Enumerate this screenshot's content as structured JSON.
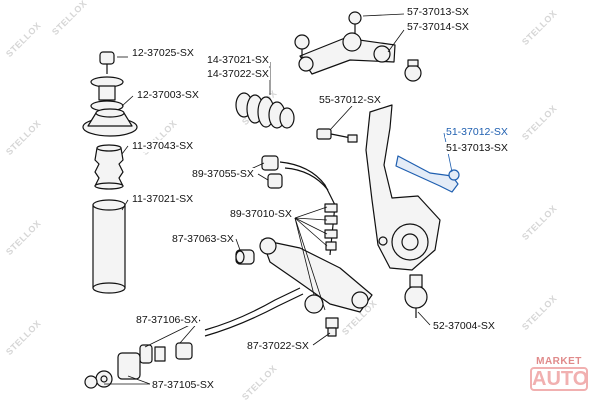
{
  "watermark": "STELLOX",
  "brand": {
    "top": "MARKET",
    "bottom": "AUTO"
  },
  "parts": {
    "p1": "12-37025-SX",
    "p2": "12-37003-SX",
    "p3": "11-37043-SX",
    "p4": "11-37021-SX",
    "p5": "14-37021-SX",
    "p6": "14-37022-SX",
    "p7": "57-37013-SX",
    "p8": "57-37014-SX",
    "p9": "55-37012-SX",
    "p10": "51-37012-SX",
    "p11": "51-37013-SX",
    "p12": "89-37055-SX",
    "p13": "89-37010-SX",
    "p14": "87-37063-SX",
    "p15": "87-37106-SX",
    "p16": "87-37022-SX",
    "p17": "52-37004-SX",
    "p18": "87-37105-SX"
  },
  "colors": {
    "line": "#111111",
    "highlight": "#1f5fb0",
    "watermark": "#d6d6d6"
  }
}
